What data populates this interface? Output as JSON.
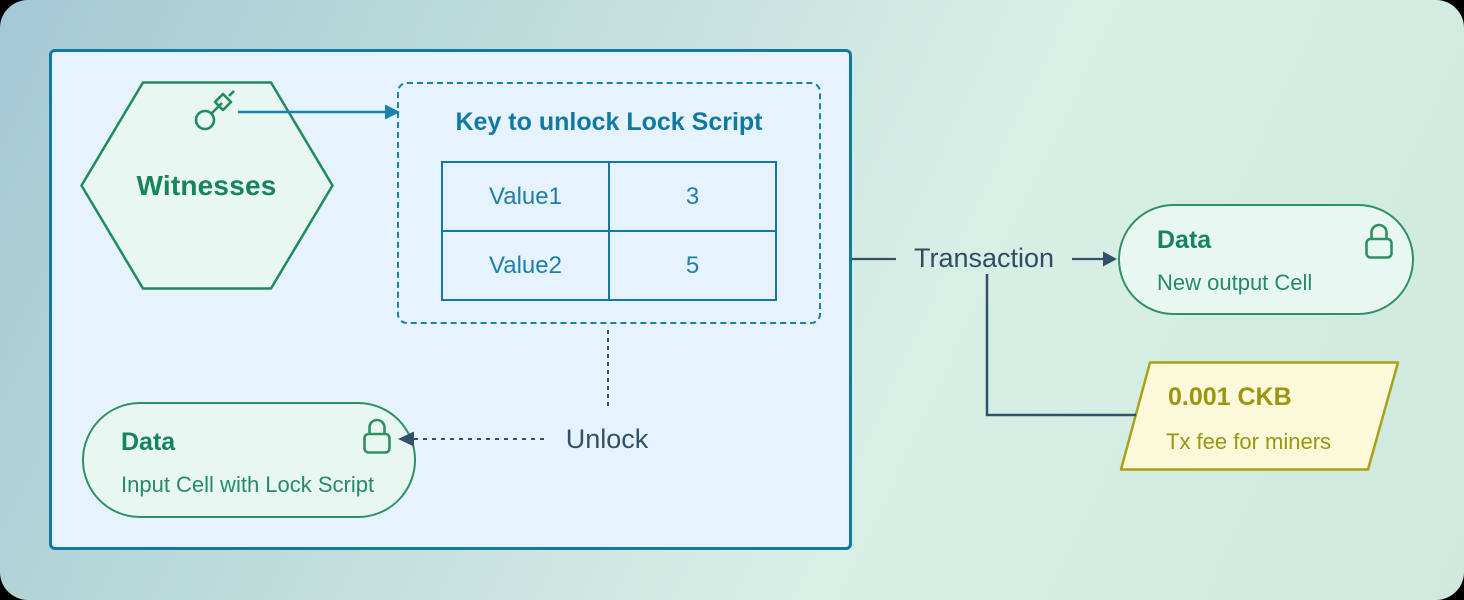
{
  "diagram": {
    "witnesses": {
      "label": "Witnesses"
    },
    "key_box": {
      "title": "Key to unlock Lock Script",
      "rows": [
        {
          "name": "Value1",
          "value": "3"
        },
        {
          "name": "Value2",
          "value": "5"
        }
      ]
    },
    "unlock_label": "Unlock",
    "transaction_label": "Transaction",
    "input_cell": {
      "title": "Data",
      "subtitle": "Input Cell with Lock Script"
    },
    "output_cell": {
      "title": "Data",
      "subtitle": "New output Cell"
    },
    "fee": {
      "amount": "0.001 CKB",
      "note": "Tx fee for miners"
    },
    "colors": {
      "accent_blue": "#1379a3",
      "accent_green": "#2e9163",
      "green_text": "#17855c",
      "slate": "#31516a",
      "olive_text": "#9b950f",
      "olive_border": "#a9a219",
      "box_fill": "#e6f2fc",
      "mint_fill": "#e9f7f2",
      "fee_fill": "#fcf8da"
    }
  }
}
